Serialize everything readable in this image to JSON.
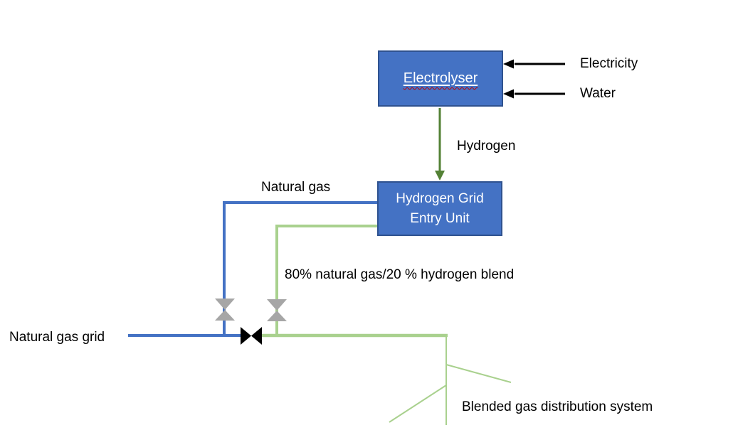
{
  "boxes": {
    "electrolyser": "Electrolyser",
    "grid_entry_unit": "Hydrogen Grid Entry Unit"
  },
  "labels": {
    "electricity": "Electricity",
    "water": "Water",
    "hydrogen": "Hydrogen",
    "natural_gas": "Natural gas",
    "blend": "80% natural gas/20 % hydrogen blend",
    "natural_gas_grid": "Natural gas grid",
    "distribution": "Blended gas distribution system"
  },
  "colors": {
    "process_box_fill": "#4472C4",
    "process_box_border": "#2F528F",
    "natural_gas_line": "#4472C4",
    "blend_line": "#A9D18E",
    "hydrogen_arrow": "#538135",
    "input_arrow": "#000000",
    "valve_open_gray": "#A6A6A6",
    "valve_closed_black": "#000000",
    "spellcheck_underline": "#C00000",
    "text": "#000000"
  }
}
